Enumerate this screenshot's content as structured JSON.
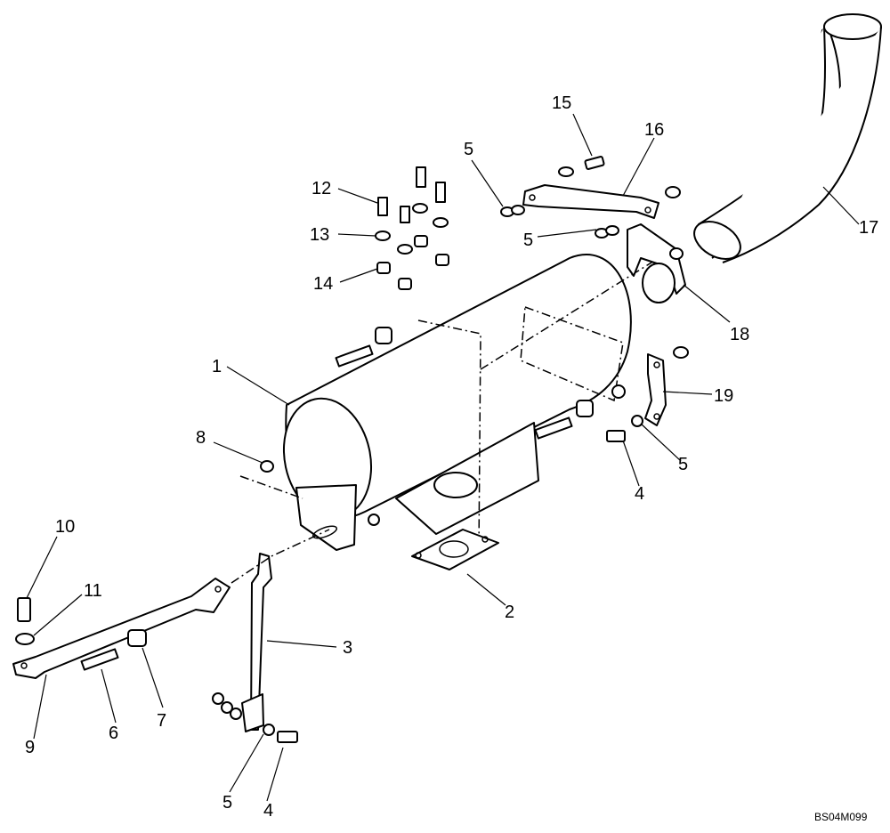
{
  "diagram": {
    "drawing_code": "BS04M099",
    "callouts": {
      "c1": "1",
      "c2": "2",
      "c3": "3",
      "c4a": "4",
      "c4b": "4",
      "c5a": "5",
      "c5b": "5",
      "c5c": "5",
      "c5d": "5",
      "c6": "6",
      "c7": "7",
      "c8": "8",
      "c9": "9",
      "c10": "10",
      "c11": "11",
      "c12": "12",
      "c13": "13",
      "c14": "14",
      "c15": "15",
      "c16": "16",
      "c17": "17",
      "c18": "18",
      "c19": "19"
    }
  }
}
